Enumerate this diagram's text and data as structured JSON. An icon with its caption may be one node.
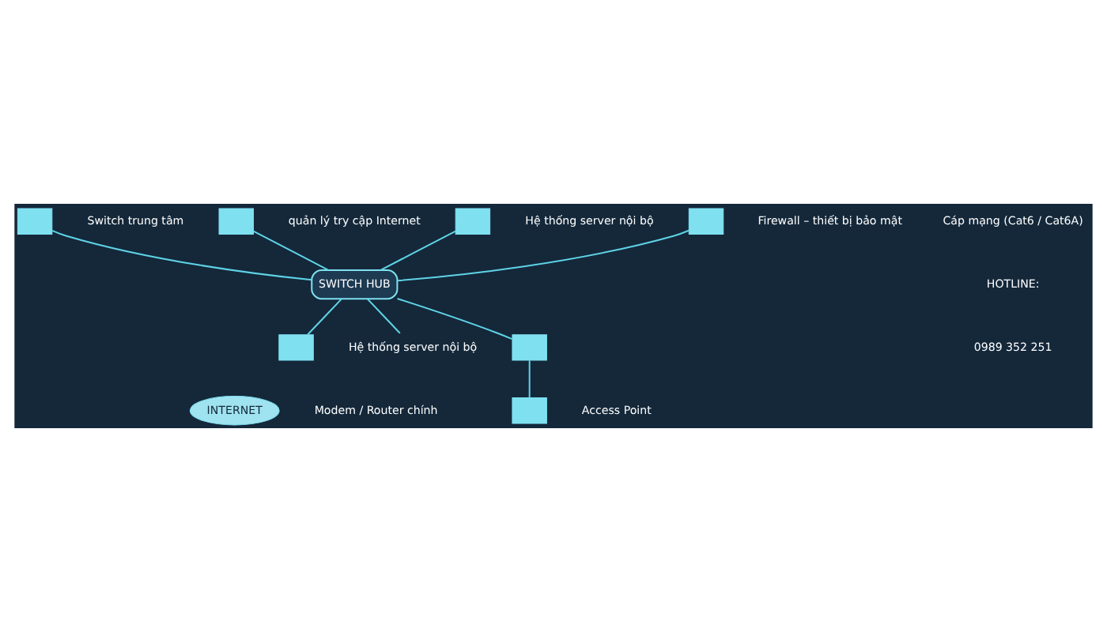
{
  "diagram": {
    "nodes": [
      {
        "text": [
          "SWITCH HUB"
        ]
      },
      {
        "text": [
          "INTERNET"
        ],
        "beside": [
          "Modem / Router chính"
        ]
      },
      {
        "text": [],
        "shape": "box",
        "beside": [
          "Switch trung tâm"
        ]
      },
      {
        "text": [],
        "shape": "box",
        "beside": [
          "quản lý try cập Internet"
        ]
      },
      {
        "text": [],
        "shape": "box",
        "beside": [
          "Hệ thống server nội bộ"
        ]
      },
      {
        "text": [],
        "shape": "box",
        "beside": [
          "Firewall – thiết bị bảo mật"
        ]
      },
      {
        "text": [],
        "shape": "box"
      },
      {
        "text": [
          "Hệ thống server nội bộ"
        ]
      },
      {
        "text": [],
        "shape": "box"
      },
      {
        "text": [],
        "shape": "box",
        "beside": [
          "Access Point"
        ]
      }
    ],
    "edges": [
      {
        "from": 2,
        "to": 0,
        "arrow": "none"
      },
      {
        "from": 3,
        "to": 0,
        "arrow": "none"
      },
      {
        "from": 4,
        "to": 0,
        "arrow": "none"
      },
      {
        "from": 5,
        "to": 0,
        "arrow": "none"
      },
      {
        "from": 0,
        "to": 6,
        "arrow": "none"
      },
      {
        "from": 0,
        "to": 7,
        "arrow": "none"
      },
      {
        "from": 0,
        "to": 8,
        "arrow": "none"
      },
      {
        "from": 8,
        "to": 9,
        "arrow": "none"
      }
    ],
    "labels": [
      "Cáp mạng (Cat6 / Cat6A)",
      "HOTLINE:",
      "0989 352 251"
    ]
  }
}
